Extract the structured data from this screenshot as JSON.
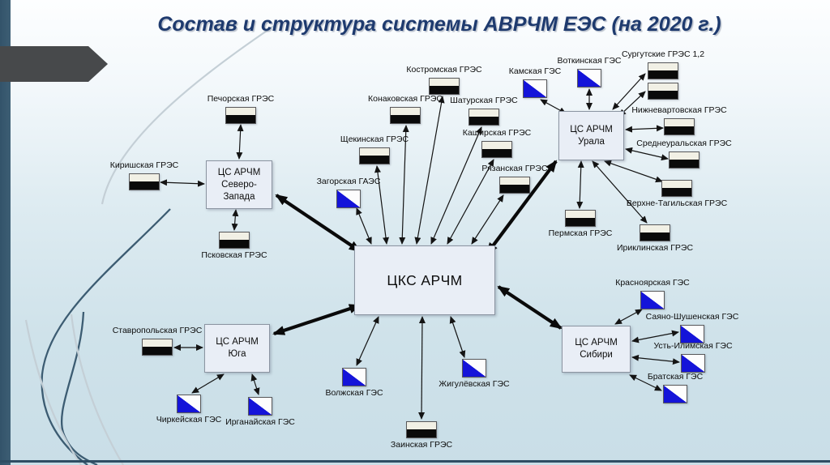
{
  "slide": {
    "title": "Состав и структура системы АВРЧМ ЕЭС (на 2020 г.)"
  },
  "diagram": {
    "center": {
      "label": "ЦКС АРЧМ"
    },
    "regional_centers": [
      {
        "name": "severo-zapada",
        "label": "ЦС АРЧМ\nСеверо-\nЗапада"
      },
      {
        "name": "urala",
        "label": "ЦС АРЧМ\nУрала"
      },
      {
        "name": "yuga",
        "label": "ЦС АРЧМ\nЮга"
      },
      {
        "name": "sibiri",
        "label": "ЦС АРЧМ\nСибири"
      }
    ],
    "plants": [
      {
        "label": "Печорская ГРЭС",
        "type": "ГРЭС"
      },
      {
        "label": "Киришская ГРЭС",
        "type": "ГРЭС"
      },
      {
        "label": "Псковская ГРЭС",
        "type": "ГРЭС"
      },
      {
        "label": "Костромская ГРЭС",
        "type": "ГРЭС"
      },
      {
        "label": "Конаковская ГРЭС",
        "type": "ГРЭС"
      },
      {
        "label": "Шатурская ГРЭС",
        "type": "ГРЭС"
      },
      {
        "label": "Щекинская ГРЭС",
        "type": "ГРЭС"
      },
      {
        "label": "Каширская ГРЭС",
        "type": "ГРЭС"
      },
      {
        "label": "Рязанская ГРЭС",
        "type": "ГРЭС"
      },
      {
        "label": "Загорская ГАЭС",
        "type": "ГАЭС"
      },
      {
        "label": "Камская ГЭС",
        "type": "ГЭС"
      },
      {
        "label": "Воткинская ГЭС",
        "type": "ГЭС"
      },
      {
        "label": "Сургутские ГРЭС 1,2",
        "type": "ГРЭС",
        "units": 2
      },
      {
        "label": "Нижневартовская ГРЭС",
        "type": "ГРЭС"
      },
      {
        "label": "Среднеуральская ГРЭС",
        "type": "ГРЭС"
      },
      {
        "label": "Верхне-Тагильская ГРЭС",
        "type": "ГРЭС"
      },
      {
        "label": "Пермская ГРЭС",
        "type": "ГРЭС"
      },
      {
        "label": "Ириклинская ГРЭС",
        "type": "ГРЭС"
      },
      {
        "label": "Ставропольская ГРЭС",
        "type": "ГРЭС"
      },
      {
        "label": "Чиркейская ГЭС",
        "type": "ГЭС"
      },
      {
        "label": "Ирганайская ГЭС",
        "type": "ГЭС"
      },
      {
        "label": "Волжская ГЭС",
        "type": "ГЭС"
      },
      {
        "label": "Жигулёвская ГЭС",
        "type": "ГЭС"
      },
      {
        "label": "Заинская ГРЭС",
        "type": "ГРЭС"
      },
      {
        "label": "Красноярская ГЭС",
        "type": "ГЭС"
      },
      {
        "label": "Саяно-Шушенская ГЭС",
        "type": "ГЭС"
      },
      {
        "label": "Усть-Илимская ГЭС",
        "type": "ГЭС"
      },
      {
        "label": "Братская ГЭС",
        "type": "ГЭС"
      }
    ]
  },
  "colors": {
    "title_text": "#1e3a6e",
    "accent_bar": "#3a5a6e",
    "banner_arrow": "#47494b",
    "box_fill": "#e9eef6",
    "box_border": "#8b94a1",
    "hydro_blue": "#1414d9",
    "thermal_cream": "#f1f0e5",
    "connector": "#141414",
    "bottom_rule": "#2e4d63"
  }
}
